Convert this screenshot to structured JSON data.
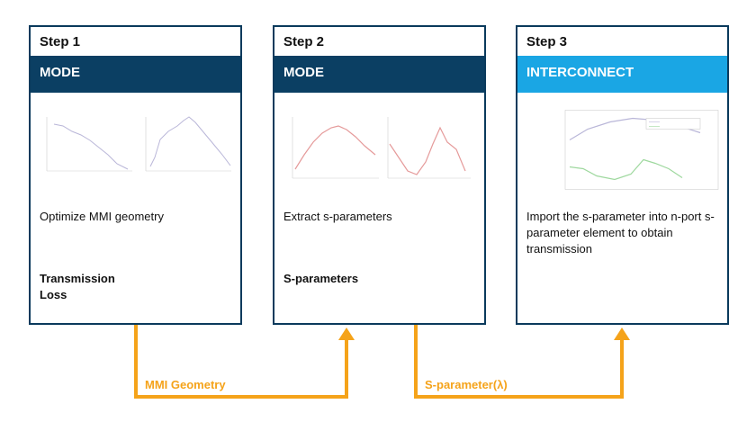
{
  "steps": [
    {
      "step_label": "Step 1",
      "tool": "MODE",
      "description": "Optimize MMI  geometry",
      "result_lines": [
        "Transmission",
        "Loss"
      ]
    },
    {
      "step_label": "Step 2",
      "tool": "MODE",
      "description": "Extract s-parameters",
      "result_lines": [
        "S-parameters"
      ]
    },
    {
      "step_label": "Step 3",
      "tool": "INTERCONNECT",
      "description": "Import the s-parameter into n-port s-parameter element to obtain transmission",
      "result_lines": []
    }
  ],
  "connectors": {
    "first_label": "MMI Geometry",
    "second_label": "S-parameter(λ)"
  },
  "colors": {
    "mode_band": "#0b3f63",
    "interconnect_band": "#1aa6e4",
    "card_border": "#0a3a5c",
    "arrow": "#f5a31a"
  }
}
